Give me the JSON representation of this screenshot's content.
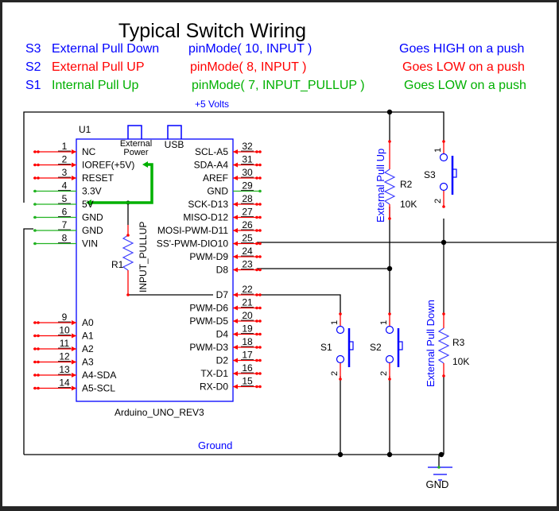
{
  "title": "Typical Switch Wiring",
  "legend": [
    {
      "sw": "S3",
      "desc": "External Pull Down",
      "code": "pinMode( 10, INPUT )",
      "result": "Goes HIGH on a push",
      "color": "#0000ff"
    },
    {
      "sw": "S2",
      "desc": "External Pull UP",
      "code": "pinMode( 8, INPUT )",
      "result": "Goes LOW on a push",
      "color": "#ff0000"
    },
    {
      "sw": "S1",
      "desc": "Internal Pull Up",
      "code": "pinMode( 7, INPUT_PULLUP )",
      "result": "Goes LOW on a push",
      "color": "#00b000"
    }
  ],
  "legend_sw_color": "#0000ff",
  "nets": {
    "vcc": "+5 Volts",
    "ground": "Ground",
    "gnd_symbol": "GND"
  },
  "arduino": {
    "ref": "U1",
    "part": "Arduino_UNO_REV3",
    "connectors": [
      "External Power",
      "USB"
    ],
    "connector_lines": [
      "External",
      "Power",
      "USB"
    ],
    "left_pins": [
      {
        "num": "1",
        "label": "NC",
        "type": "io"
      },
      {
        "num": "2",
        "label": "IOREF(+5V)",
        "type": "io"
      },
      {
        "num": "3",
        "label": "RESET",
        "type": "io"
      },
      {
        "num": "4",
        "label": "3.3V",
        "type": "pwr"
      },
      {
        "num": "5",
        "label": "5V",
        "type": "pwr"
      },
      {
        "num": "6",
        "label": "GND",
        "type": "pwr"
      },
      {
        "num": "7",
        "label": "GND",
        "type": "pwr"
      },
      {
        "num": "8",
        "label": "VIN",
        "type": "pwr"
      },
      {
        "num": "9",
        "label": "A0",
        "type": "io"
      },
      {
        "num": "10",
        "label": "A1",
        "type": "io"
      },
      {
        "num": "11",
        "label": "A2",
        "type": "io"
      },
      {
        "num": "12",
        "label": "A3",
        "type": "io"
      },
      {
        "num": "13",
        "label": "A4-SDA",
        "type": "io"
      },
      {
        "num": "14",
        "label": "A5-SCL",
        "type": "io"
      }
    ],
    "right_pins": [
      {
        "num": "32",
        "label": "SCL-A5",
        "type": "io"
      },
      {
        "num": "31",
        "label": "SDA-A4",
        "type": "io"
      },
      {
        "num": "30",
        "label": "AREF",
        "type": "io"
      },
      {
        "num": "29",
        "label": "GND",
        "type": "pwr"
      },
      {
        "num": "28",
        "label": "SCK-D13",
        "type": "io"
      },
      {
        "num": "27",
        "label": "MISO-D12",
        "type": "io"
      },
      {
        "num": "26",
        "label": "MOSI-PWM-D11",
        "type": "io"
      },
      {
        "num": "25",
        "label": "SS'-PWM-DIO10",
        "type": "io"
      },
      {
        "num": "24",
        "label": "PWM-D9",
        "type": "io"
      },
      {
        "num": "23",
        "label": "D8",
        "type": "io"
      },
      {
        "num": "22",
        "label": "D7",
        "type": "io"
      },
      {
        "num": "21",
        "label": "PWM-D6",
        "type": "io"
      },
      {
        "num": "20",
        "label": "PWM-D5",
        "type": "io"
      },
      {
        "num": "19",
        "label": "D4",
        "type": "io"
      },
      {
        "num": "18",
        "label": "PWM-D3",
        "type": "io"
      },
      {
        "num": "17",
        "label": "D2",
        "type": "io"
      },
      {
        "num": "16",
        "label": "TX-D1",
        "type": "io"
      },
      {
        "num": "15",
        "label": "RX-D0",
        "type": "io"
      }
    ]
  },
  "resistors": [
    {
      "ref": "R1",
      "value": "",
      "note": "INPUT_PULLUP"
    },
    {
      "ref": "R2",
      "value": "10K",
      "note": "External Pull Up"
    },
    {
      "ref": "R3",
      "value": "10K",
      "note": "External Pull Down"
    }
  ],
  "switches": [
    {
      "ref": "S1",
      "pin1": "1",
      "pin2": "2"
    },
    {
      "ref": "S2",
      "pin1": "1",
      "pin2": "2"
    },
    {
      "ref": "S3",
      "pin1": "1",
      "pin2": "2"
    }
  ],
  "colors": {
    "wire": "#000000",
    "pin_io": "#ff0000",
    "pin_power": "#22b322",
    "part": "#0000ff",
    "net_label": "#0000ff",
    "pullup_link": "#00b000"
  }
}
